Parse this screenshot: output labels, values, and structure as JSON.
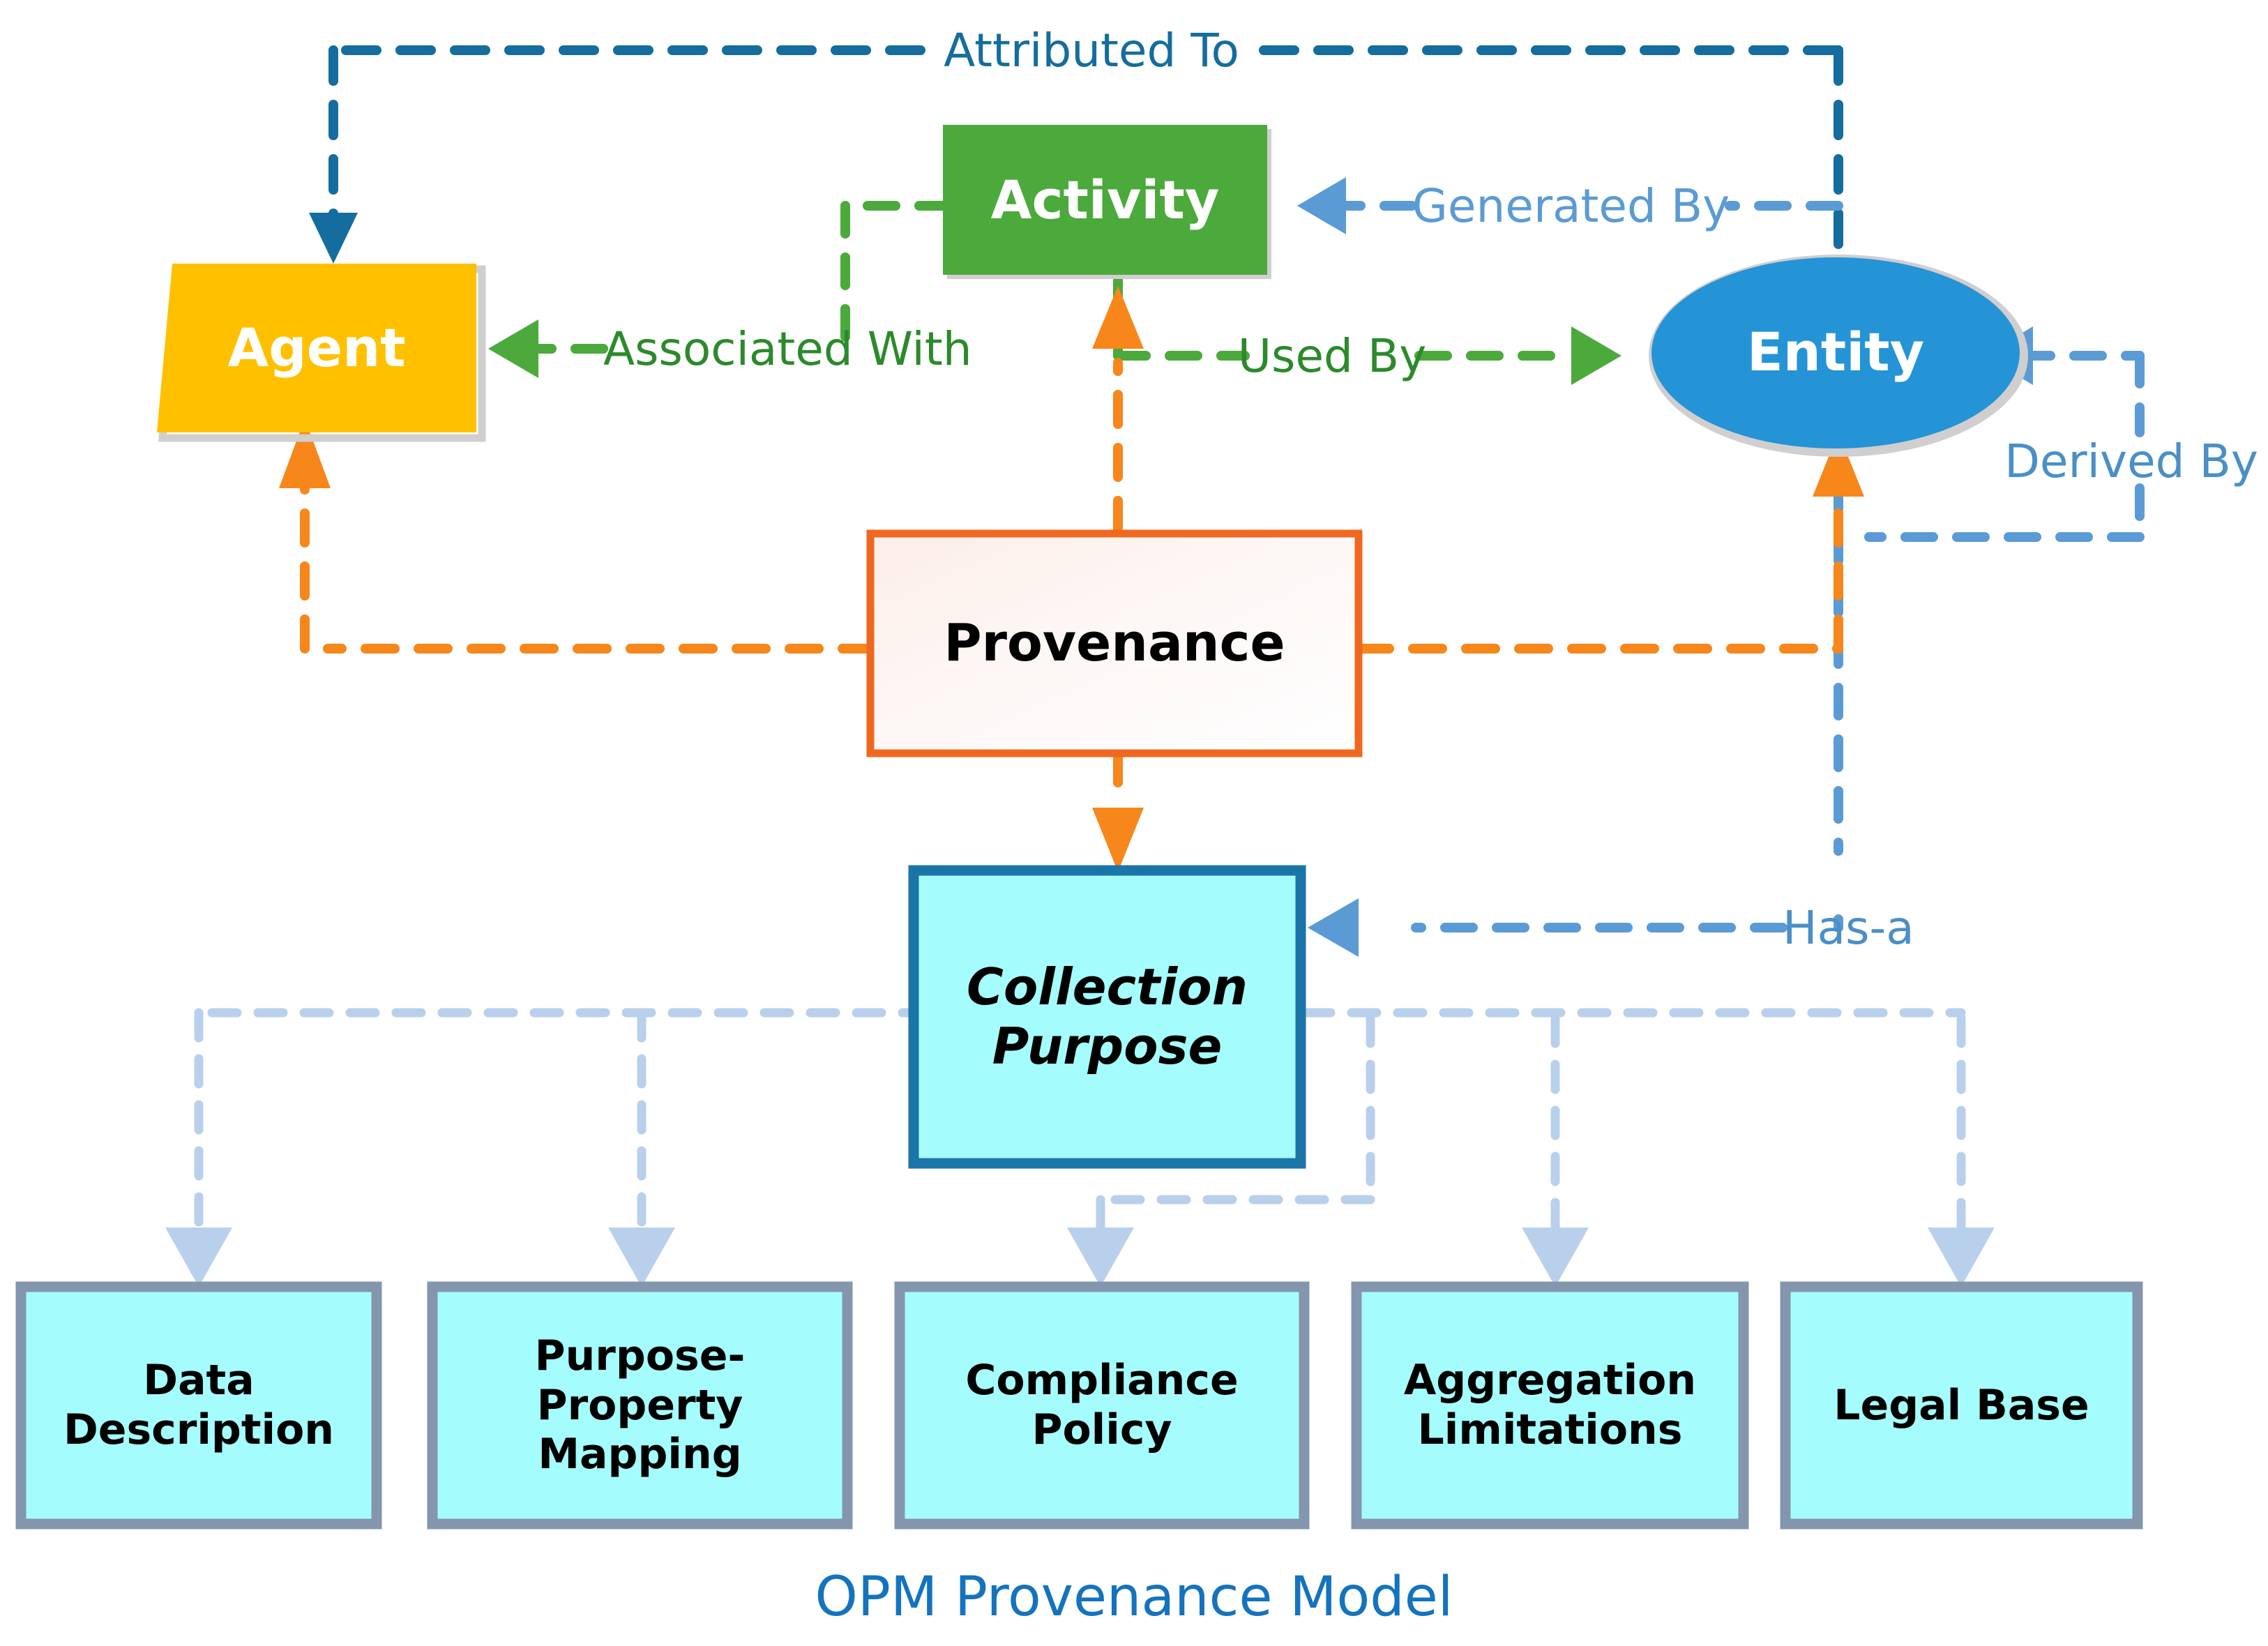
{
  "diagram": {
    "title": "OPM Provenance Model",
    "title_color": "#1473bf"
  },
  "nodes": {
    "agent": {
      "label": "Agent",
      "shape": "trapezoid",
      "fill": "#ffc000",
      "text_color": "#ffffff",
      "border": "#d0cece"
    },
    "activity": {
      "label": "Activity",
      "shape": "rectangle",
      "fill": "#4ca93c",
      "text_color": "#ffffff",
      "border": "#d0cece"
    },
    "entity": {
      "label": "Entity",
      "shape": "ellipse",
      "fill": "#2494d6",
      "text_color": "#ffffff",
      "border": "#d0cece"
    },
    "provenance": {
      "label": "Provenance",
      "shape": "rectangle",
      "fill": "#fdf4f2",
      "text_color": "#000000",
      "border": "#f0671f"
    },
    "collection_purpose": {
      "label_line1": "Collection",
      "label_line2": "Purpose",
      "shape": "rectangle",
      "fill": "#a5fcfc",
      "text_color": "#000000",
      "border": "#1b75a8"
    }
  },
  "leaf_nodes": [
    {
      "label_line1": "Data",
      "label_line2": "Description",
      "label_line3": ""
    },
    {
      "label_line1": "Purpose-",
      "label_line2": "Property",
      "label_line3": "Mapping"
    },
    {
      "label_line1": "Compliance",
      "label_line2": "Policy",
      "label_line3": ""
    },
    {
      "label_line1": "Aggregation",
      "label_line2": "Limitations",
      "label_line3": ""
    },
    {
      "label_line1": "Legal Base",
      "label_line2": "",
      "label_line3": ""
    }
  ],
  "leaf_style": {
    "fill": "#a5fcfc",
    "border": "#8396ad",
    "text_color": "#000000"
  },
  "edges": [
    {
      "id": "attributed-to",
      "label": "Attributed To",
      "color": "#146d9e",
      "from": "entity",
      "to": "agent"
    },
    {
      "id": "generated-by",
      "label": "Generated By",
      "color": "#5b9bd5",
      "from": "entity",
      "to": "activity"
    },
    {
      "id": "associated-with",
      "label": "Associated With",
      "color": "#4ca93c",
      "from": "activity",
      "to": "agent"
    },
    {
      "id": "used-by",
      "label": "Used By",
      "color": "#4ca93c",
      "from": "activity",
      "to": "entity"
    },
    {
      "id": "derived-by",
      "label": "Derived By",
      "color": "#5b9bd5",
      "from": "entity",
      "to": "entity"
    },
    {
      "id": "has-a",
      "label": "Has-a",
      "color": "#5b9bd5",
      "from": "entity",
      "to": "collection-purpose"
    },
    {
      "id": "prov-agent",
      "label": "",
      "color": "#f7861b",
      "from": "provenance",
      "to": "agent"
    },
    {
      "id": "prov-activity",
      "label": "",
      "color": "#f7861b",
      "from": "provenance",
      "to": "activity"
    },
    {
      "id": "prov-entity",
      "label": "",
      "color": "#f7861b",
      "from": "provenance",
      "to": "entity"
    },
    {
      "id": "prov-collection-purpose",
      "label": "",
      "color": "#f7861b",
      "from": "provenance",
      "to": "collection-purpose"
    }
  ],
  "tree_edge_color": "#b9d0ec"
}
